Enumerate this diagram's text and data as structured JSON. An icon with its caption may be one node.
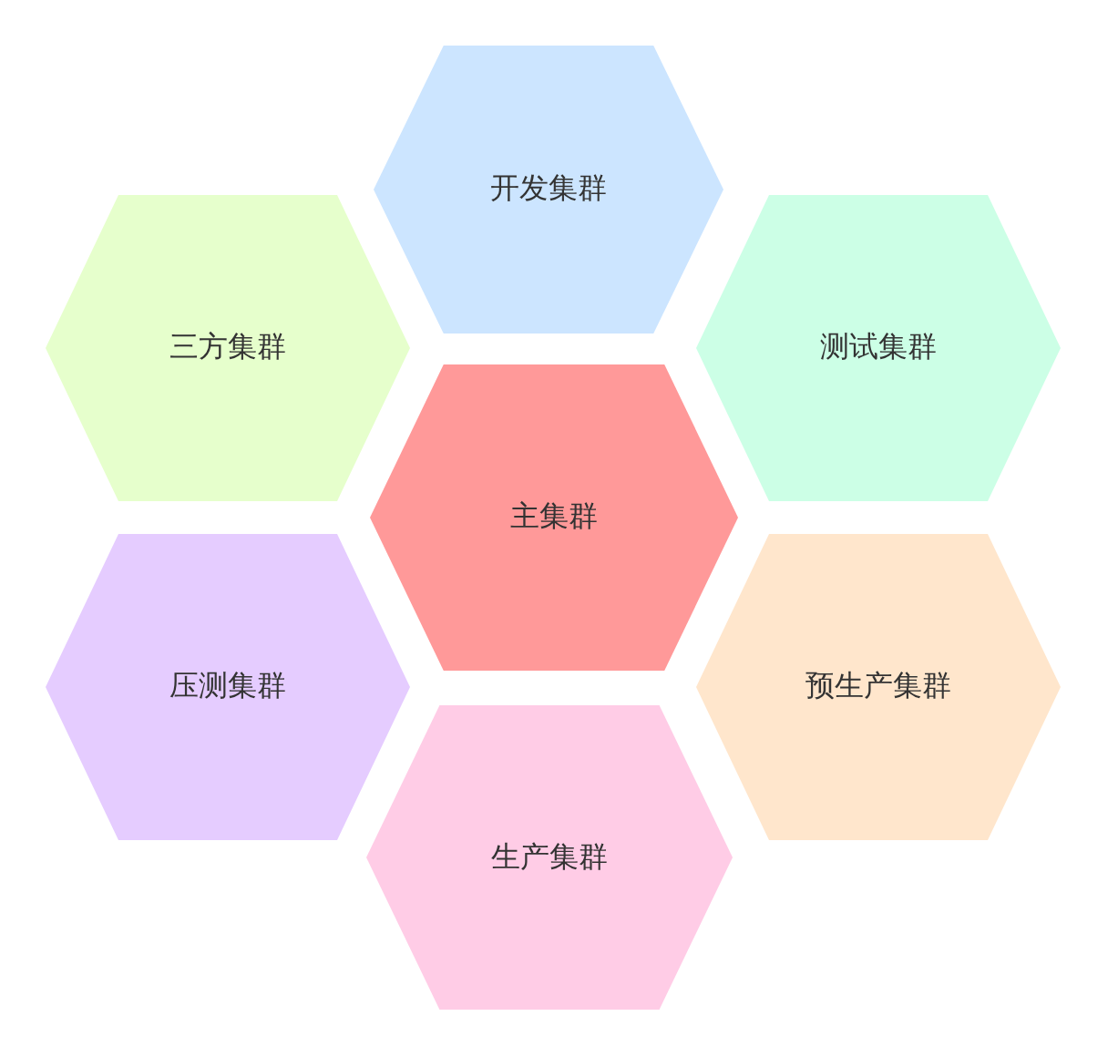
{
  "diagram": {
    "nodes": [
      {
        "text": [
          "开发集群"
        ]
      },
      {
        "text": [
          "三方集群"
        ]
      },
      {
        "text": [
          "测试集群"
        ]
      },
      {
        "text": [
          "主集群"
        ]
      },
      {
        "text": [
          "压测集群"
        ]
      },
      {
        "text": [
          "预生产集群"
        ]
      },
      {
        "text": [
          "生产集群"
        ]
      }
    ]
  }
}
